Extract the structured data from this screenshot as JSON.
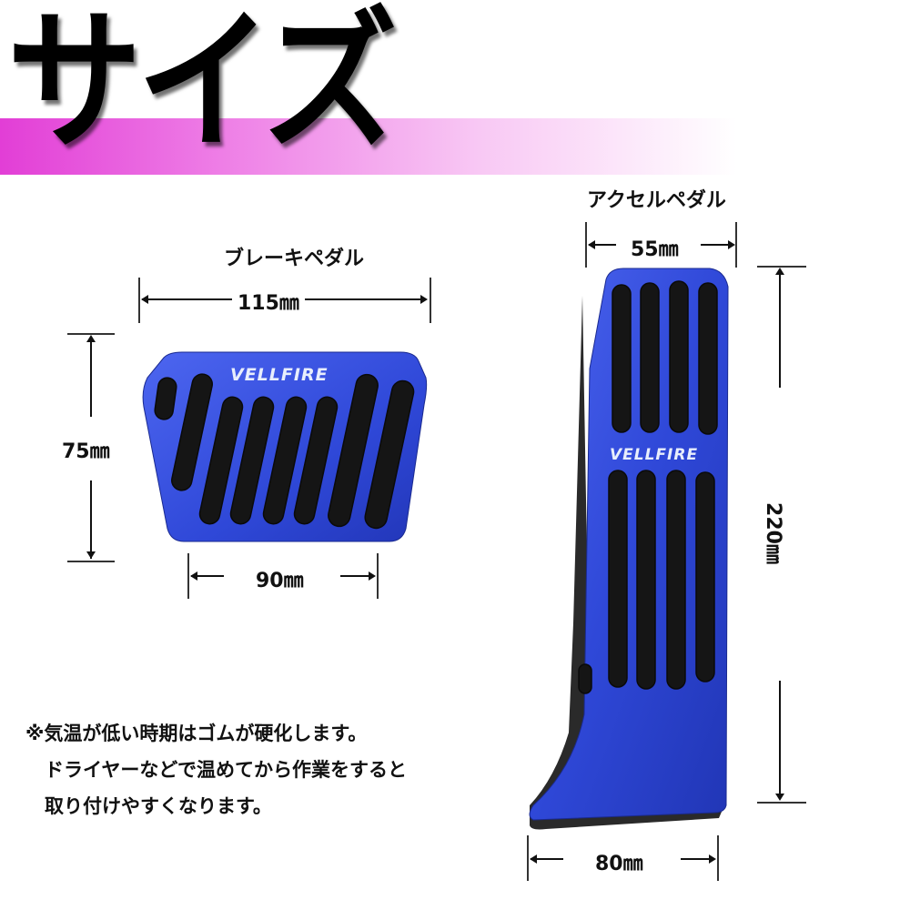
{
  "header": {
    "title": "サイズ",
    "band_gradient": [
      "#e23ed6",
      "#ffffff"
    ]
  },
  "brake_pedal": {
    "label": "ブレーキペダル",
    "top_width": "115㎜",
    "height": "75㎜",
    "bottom_width": "90㎜",
    "logo": "VELLFIRE",
    "color": "#2e47d6"
  },
  "accel_pedal": {
    "label": "アクセルペダル",
    "top_width": "55㎜",
    "height": "220㎜",
    "bottom_width": "80㎜",
    "logo": "VELLFIRE",
    "color": "#2e47d6"
  },
  "note": {
    "lines": [
      "※気温が低い時期はゴムが硬化します。",
      "　ドライヤーなどで温めてから作業をすると",
      "　取り付けやすくなります。"
    ]
  }
}
